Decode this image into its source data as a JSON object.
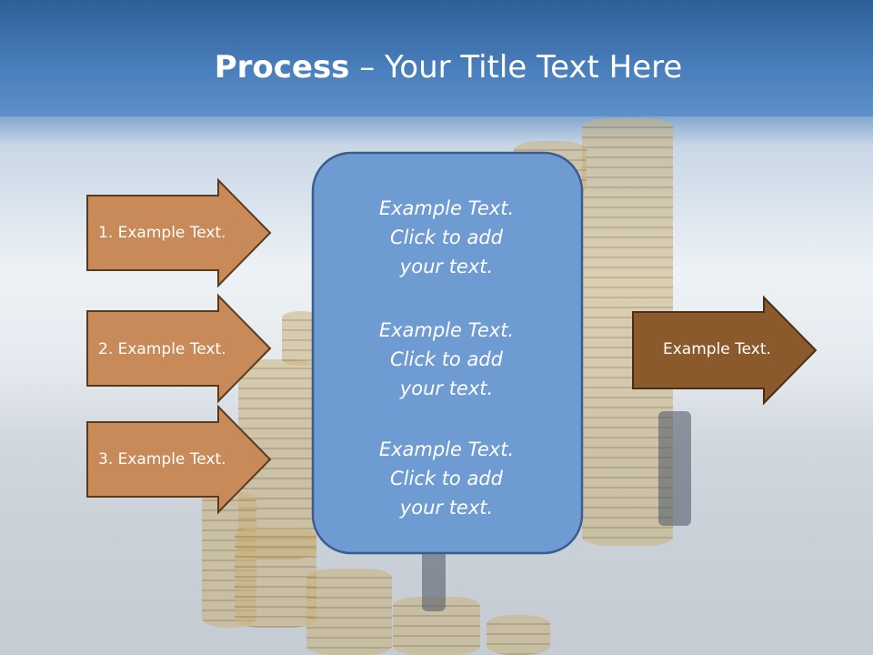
{
  "title": {
    "bold": "Process",
    "rest": " – Your Title Text Here"
  },
  "left_arrows": [
    {
      "label": "1. Example Text."
    },
    {
      "label": "2. Example Text."
    },
    {
      "label": "3. Example Text."
    }
  ],
  "center_box": {
    "blocks": [
      {
        "line1": "Example Text.",
        "line2": "Click  to add",
        "line3": "your text."
      },
      {
        "line1": "Example Text.",
        "line2": "Click  to add",
        "line3": "your text."
      },
      {
        "line1": "Example Text.",
        "line2": "Click  to add",
        "line3": "your text."
      }
    ]
  },
  "right_arrow": {
    "label": "Example Text."
  },
  "colors": {
    "left_arrow_fill": "#c78a58",
    "left_arrow_border": "#5a3a1c",
    "right_arrow_fill": "#8a5a2c",
    "center_box_fill": "#6e9bd2",
    "center_box_border": "#3b5e8e"
  }
}
